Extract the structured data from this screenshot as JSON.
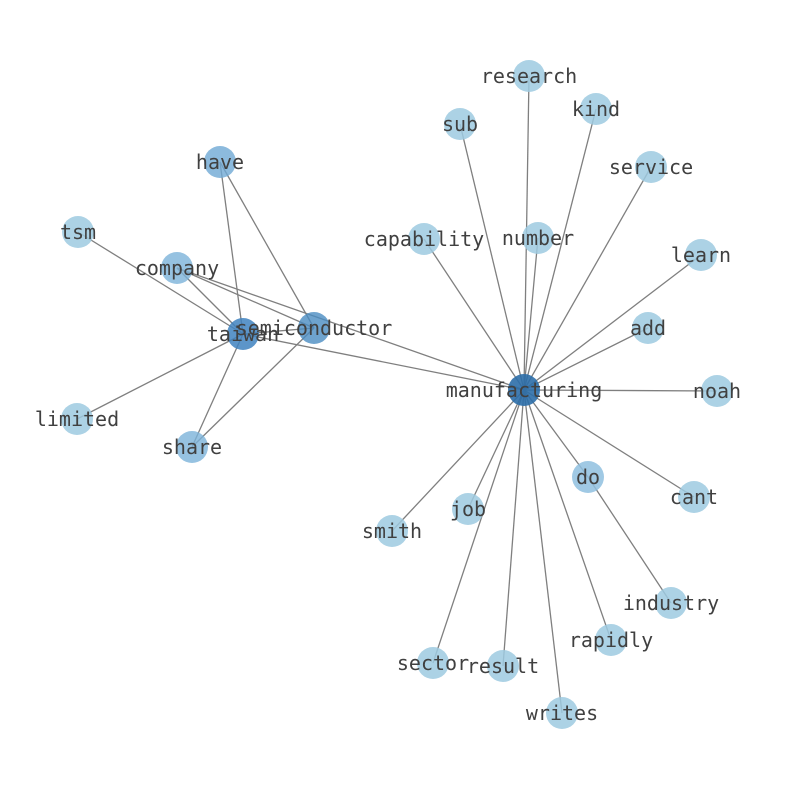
{
  "nodes": [
    {
      "id": "manufacturing",
      "label": "manufacturing",
      "color": "#2c6ea8",
      "opacity": 0.9
    },
    {
      "id": "semiconductor",
      "label": "semiconductor",
      "color": "#4a8cc2",
      "opacity": 0.8
    },
    {
      "id": "taiwan",
      "label": "taiwan",
      "color": "#3f83bf",
      "opacity": 0.85
    },
    {
      "id": "have",
      "label": "have",
      "color": "#6fa9d4",
      "opacity": 0.8
    },
    {
      "id": "company",
      "label": "company",
      "color": "#7cb3da",
      "opacity": 0.8
    },
    {
      "id": "share",
      "label": "share",
      "color": "#7cb3da",
      "opacity": 0.8
    },
    {
      "id": "tsm",
      "label": "tsm",
      "color": "#9ecae1",
      "opacity": 0.85
    },
    {
      "id": "limited",
      "label": "limited",
      "color": "#9ecae1",
      "opacity": 0.85
    },
    {
      "id": "research",
      "label": "research",
      "color": "#9ecae1",
      "opacity": 0.85
    },
    {
      "id": "kind",
      "label": "kind",
      "color": "#9ecae1",
      "opacity": 0.85
    },
    {
      "id": "sub",
      "label": "sub",
      "color": "#9ecae1",
      "opacity": 0.85
    },
    {
      "id": "service",
      "label": "service",
      "color": "#9ecae1",
      "opacity": 0.85
    },
    {
      "id": "capability",
      "label": "capability",
      "color": "#9ecae1",
      "opacity": 0.85
    },
    {
      "id": "number",
      "label": "number",
      "color": "#9ecae1",
      "opacity": 0.85
    },
    {
      "id": "learn",
      "label": "learn",
      "color": "#9ecae1",
      "opacity": 0.85
    },
    {
      "id": "add",
      "label": "add",
      "color": "#9ecae1",
      "opacity": 0.85
    },
    {
      "id": "noah",
      "label": "noah",
      "color": "#9ecae1",
      "opacity": 0.85
    },
    {
      "id": "do",
      "label": "do",
      "color": "#8fbfdf",
      "opacity": 0.85
    },
    {
      "id": "cant",
      "label": "cant",
      "color": "#9ecae1",
      "opacity": 0.85
    },
    {
      "id": "job",
      "label": "job",
      "color": "#9ecae1",
      "opacity": 0.85
    },
    {
      "id": "smith",
      "label": "smith",
      "color": "#9ecae1",
      "opacity": 0.85
    },
    {
      "id": "industry",
      "label": "industry",
      "color": "#9ecae1",
      "opacity": 0.85
    },
    {
      "id": "rapidly",
      "label": "rapidly",
      "color": "#9ecae1",
      "opacity": 0.85
    },
    {
      "id": "sector",
      "label": "sector",
      "color": "#9ecae1",
      "opacity": 0.85
    },
    {
      "id": "result",
      "label": "result",
      "color": "#9ecae1",
      "opacity": 0.85
    },
    {
      "id": "writes",
      "label": "writes",
      "color": "#9ecae1",
      "opacity": 0.85
    }
  ],
  "edges": [
    [
      "manufacturing",
      "research"
    ],
    [
      "manufacturing",
      "kind"
    ],
    [
      "manufacturing",
      "sub"
    ],
    [
      "manufacturing",
      "service"
    ],
    [
      "manufacturing",
      "capability"
    ],
    [
      "manufacturing",
      "number"
    ],
    [
      "manufacturing",
      "learn"
    ],
    [
      "manufacturing",
      "add"
    ],
    [
      "manufacturing",
      "noah"
    ],
    [
      "manufacturing",
      "do"
    ],
    [
      "manufacturing",
      "cant"
    ],
    [
      "manufacturing",
      "job"
    ],
    [
      "manufacturing",
      "smith"
    ],
    [
      "manufacturing",
      "rapidly"
    ],
    [
      "manufacturing",
      "sector"
    ],
    [
      "manufacturing",
      "result"
    ],
    [
      "manufacturing",
      "writes"
    ],
    [
      "manufacturing",
      "taiwan"
    ],
    [
      "manufacturing",
      "company"
    ],
    [
      "do",
      "industry"
    ],
    [
      "semiconductor",
      "have"
    ],
    [
      "semiconductor",
      "taiwan"
    ],
    [
      "semiconductor",
      "share"
    ],
    [
      "semiconductor",
      "company"
    ],
    [
      "taiwan",
      "have"
    ],
    [
      "taiwan",
      "tsm"
    ],
    [
      "taiwan",
      "company"
    ],
    [
      "taiwan",
      "limited"
    ],
    [
      "taiwan",
      "share"
    ]
  ]
}
